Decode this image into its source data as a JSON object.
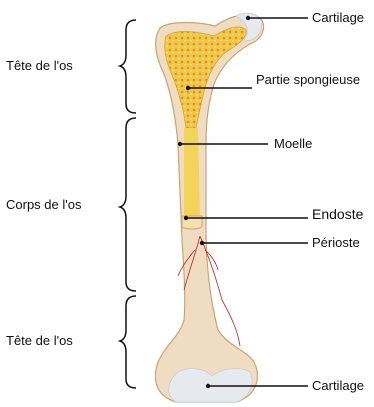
{
  "sections": {
    "upper_head": "Tête de l'os",
    "shaft": "Corps de l'os",
    "lower_head": "Tête de l'os"
  },
  "parts": {
    "cartilage_top": "Cartilage",
    "spongy": "Partie spongieuse",
    "marrow": "Moelle",
    "endosteum": "Endoste",
    "periosteum": "Périoste",
    "cartilage_bottom": "Cartilage"
  },
  "colors": {
    "bone": "#f0dcc0",
    "spongy": "#e8b430",
    "marrow": "#f4d35a",
    "cartilage": "#dfe4ea",
    "vessel": "#c0392b",
    "line": "#111111"
  }
}
